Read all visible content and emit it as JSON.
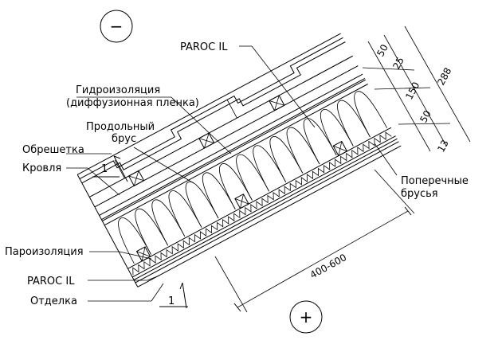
{
  "labels": {
    "paroc_top": "PAROC IL",
    "waterproofing_1": "Гидроизоляция",
    "waterproofing_2": "(диффузионная пленка)",
    "longitudinal_1": "Продольный",
    "longitudinal_2": "брус",
    "battens": "Обрешетка",
    "roofing": "Кровля",
    "vapor_barrier": "Пароизоляция",
    "paroc_bottom": "PAROC IL",
    "finish": "Отделка",
    "transverse_1": "Поперечные",
    "transverse_2": "брусья"
  },
  "dimensions": {
    "d50_top": "50",
    "d25": "25",
    "d288": "288",
    "d150": "150",
    "d50_bottom": "50",
    "d13": "13",
    "spacing": "400-600"
  },
  "symbols": {
    "minus": "−",
    "plus": "+",
    "section_top": "1",
    "section_bottom": "1"
  }
}
